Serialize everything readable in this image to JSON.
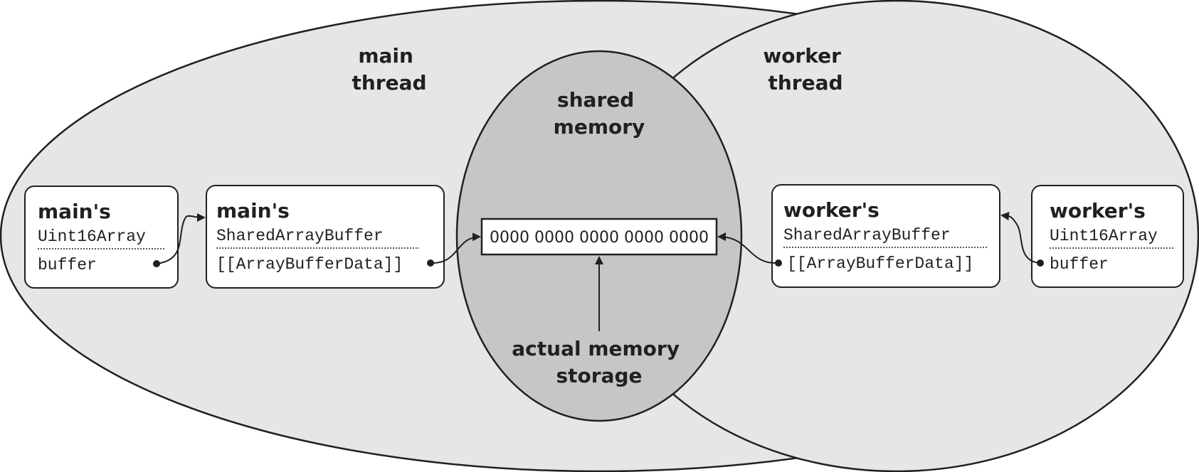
{
  "regions": {
    "main_thread": {
      "line1": "main",
      "line2": "thread"
    },
    "worker_thread": {
      "line1": "worker",
      "line2": "thread"
    },
    "shared_memory": {
      "line1": "shared",
      "line2": "memory"
    }
  },
  "boxes": {
    "main_uint16": {
      "title": "main's",
      "type": "Uint16Array",
      "field": "buffer"
    },
    "main_sab": {
      "title": "main's",
      "type": "SharedArrayBuffer",
      "field": "[[ArrayBufferData]]"
    },
    "memory": {
      "value": "0000 0000 0000 0000 0000"
    },
    "worker_sab": {
      "title": "worker's",
      "type": "SharedArrayBuffer",
      "field": "[[ArrayBufferData]]"
    },
    "worker_uint16": {
      "title": "worker's",
      "type": "Uint16Array",
      "field": "buffer"
    }
  },
  "storage_label": {
    "line1": "actual memory",
    "line2": "storage"
  },
  "colors": {
    "thread_fill": "#e6e6e6",
    "overlap_fill": "#c6c6c7",
    "stroke": "#231f20",
    "box_fill": "#ffffff"
  }
}
